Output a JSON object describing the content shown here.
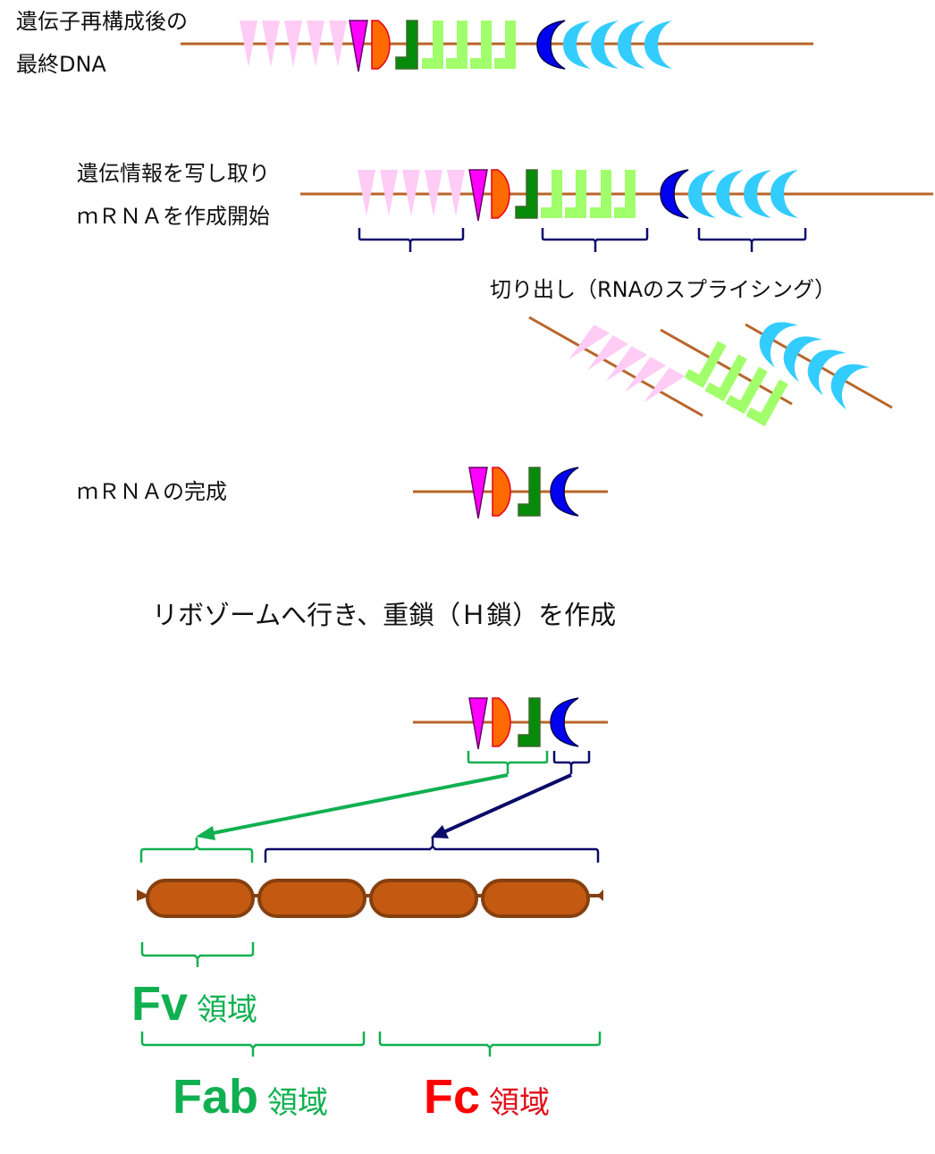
{
  "colors": {
    "dna_line": "#b8652a",
    "pink_segment": "#ffccf5",
    "magenta_segment": "#ff00ff",
    "magenta_outline": "#660066",
    "orange_segment": "#ff6a00",
    "orange_outline": "#e8001a",
    "dark_green_segment": "#068a0a",
    "dark_green_outline": "#3b6b2d",
    "light_green_segment": "#a0ff6a",
    "dark_blue_segment": "#0000f0",
    "dark_blue_outline": "#000050",
    "light_blue_segment": "#33ccff",
    "navy_bracket": "#0a0a6a",
    "green_bracket": "#10b050",
    "protein_fill": "#c45a12",
    "protein_outline": "#864010",
    "fc_red": "#ff0000"
  },
  "step1": {
    "line1": "遺伝子再構成後の",
    "line2": "最終DNA"
  },
  "step2": {
    "line1": "遺伝情報を写し取り",
    "line2": "ｍＲＮＡを作成開始"
  },
  "step3": {
    "label": "切り出し（RNAのスプライシング）"
  },
  "step4": {
    "label": "ｍＲＮＡの完成"
  },
  "step5": {
    "label": "リボゾームへ行き、重鎖（Ｈ鎖）を作成"
  },
  "regions": {
    "fv": {
      "name": "Fv",
      "suffix": "領域"
    },
    "fab": {
      "name": "Fab",
      "suffix": "領域"
    },
    "fc": {
      "name": "Fc",
      "suffix": "領域"
    }
  }
}
